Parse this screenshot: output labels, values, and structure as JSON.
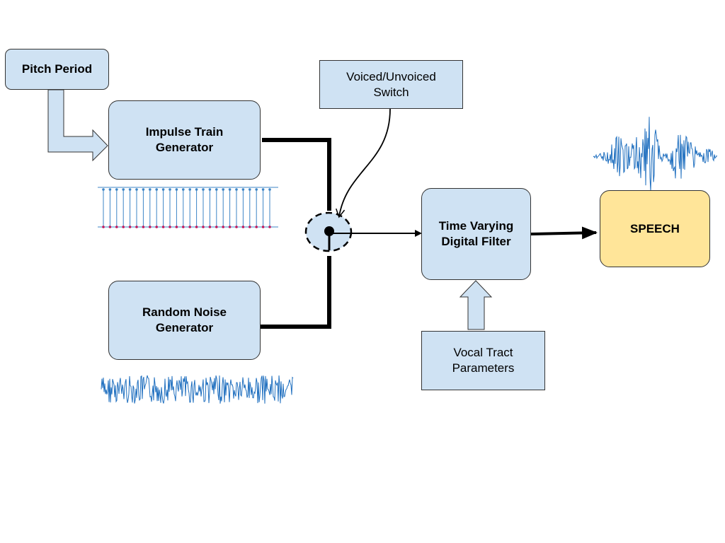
{
  "boxes": {
    "pitch_period": "Pitch Period",
    "impulse_train": "Impulse Train\nGenerator",
    "random_noise": "Random Noise\nGenerator",
    "vu_switch": "Voiced/Unvoiced\nSwitch",
    "tv_filter": "Time Varying\nDigital Filter",
    "vocal_tract": "Vocal Tract\nParameters",
    "speech": "SPEECH"
  },
  "colors": {
    "box_fill": "#cfe2f3",
    "speech_fill": "#ffe599",
    "waveform": "#1f6fbf",
    "stem": "#3d85c6",
    "stem_dot": "#c2185b",
    "line": "#000000"
  }
}
